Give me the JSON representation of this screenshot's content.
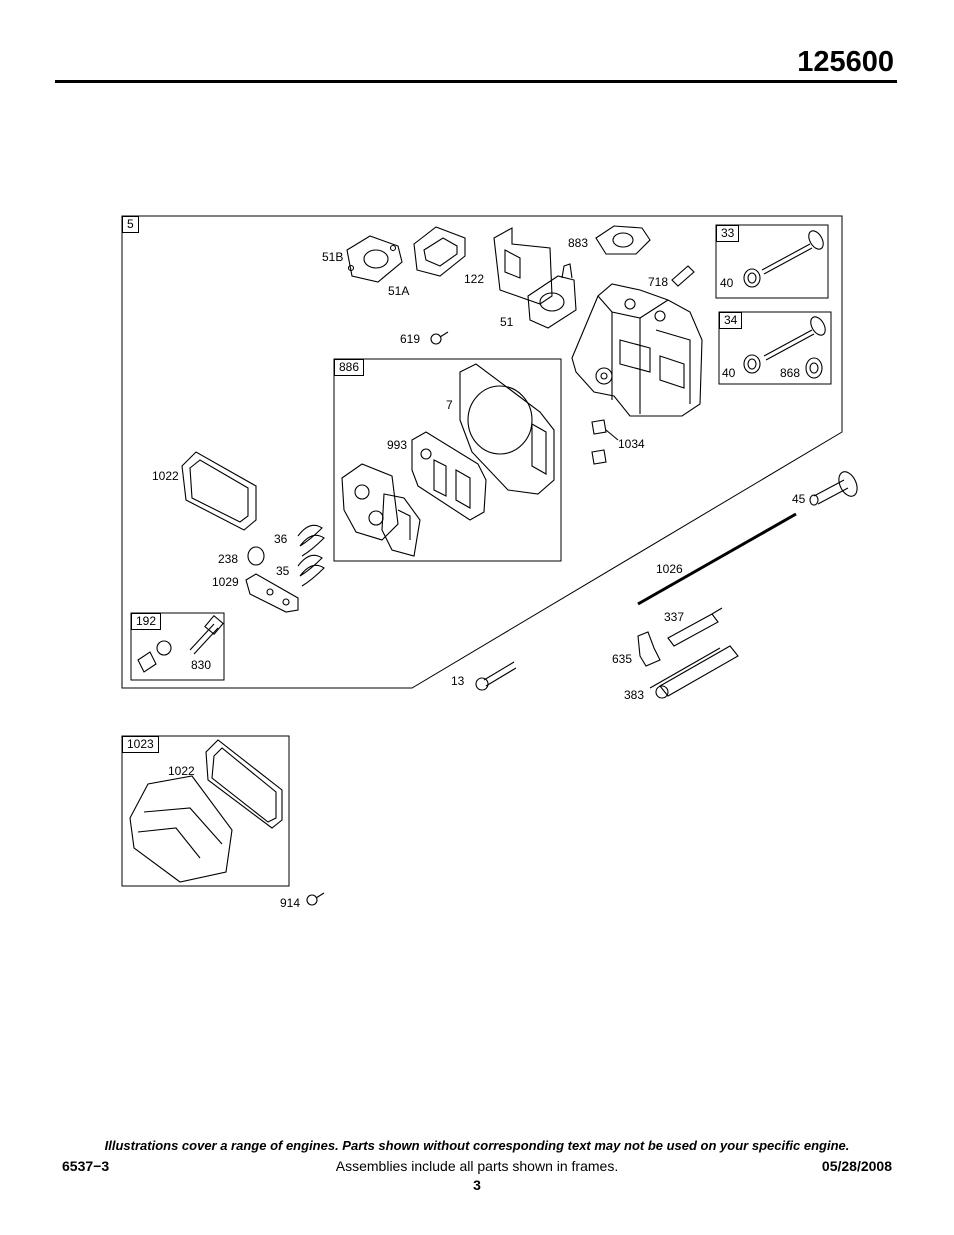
{
  "header": {
    "model_number": "125600"
  },
  "frames": {
    "main": "5",
    "head_gasket_set": "886",
    "exhaust_valve_kit": "33",
    "intake_valve_kit": "34",
    "rocker_kit": "192",
    "cover_kit": "1023"
  },
  "parts": {
    "p51b": "51B",
    "p51a": "51A",
    "p122": "122",
    "p883": "883",
    "p718": "718",
    "p51": "51",
    "p619": "619",
    "p7": "7",
    "p993": "993",
    "p1034": "1034",
    "p1022": "1022",
    "p45": "45",
    "p36": "36",
    "p238": "238",
    "p35": "35",
    "p1029": "1029",
    "p1026": "1026",
    "p337": "337",
    "p635": "635",
    "p383": "383",
    "p13": "13",
    "p830": "830",
    "p40a": "40",
    "p40b": "40",
    "p868": "868",
    "p1022b": "1022",
    "p914": "914"
  },
  "footer": {
    "disclaimer": "Illustrations cover a range of engines. Parts shown without corresponding text may not be used on your specific engine.",
    "doc_code": "6537−3",
    "assemblies_note": "Assemblies include all parts shown in frames.",
    "date": "05/28/2008",
    "page": "3"
  }
}
